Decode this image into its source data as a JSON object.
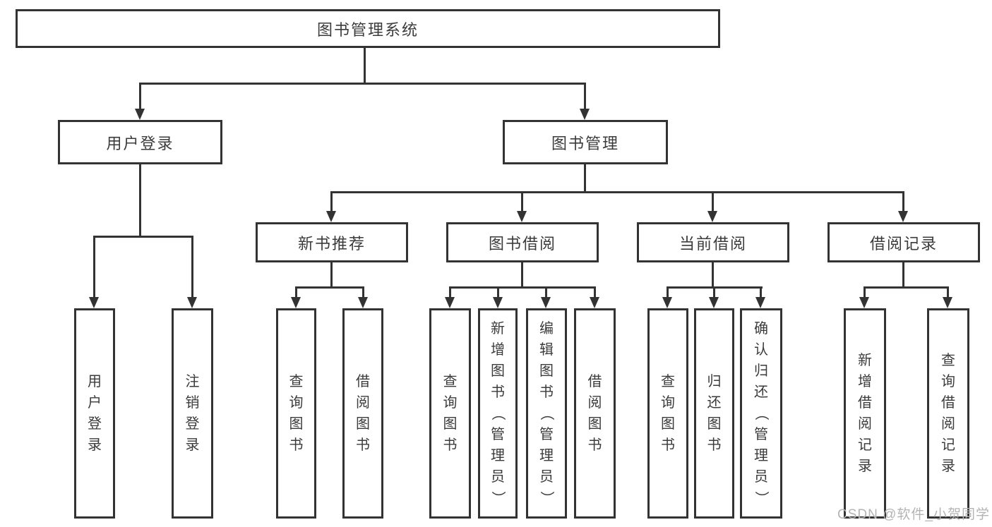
{
  "diagram": {
    "title_node": {
      "label": "图书管理系统"
    },
    "level2": [
      {
        "label": "用户登录"
      },
      {
        "label": "图书管理"
      }
    ],
    "level3": [
      {
        "label": "新书推荐"
      },
      {
        "label": "图书借阅"
      },
      {
        "label": "当前借阅"
      },
      {
        "label": "借阅记录"
      }
    ],
    "leaves": [
      {
        "label": "用户登录",
        "parent": "用户登录"
      },
      {
        "label": "注销登录",
        "parent": "用户登录"
      },
      {
        "label": "查询图书",
        "parent": "新书推荐"
      },
      {
        "label": "借阅图书",
        "parent": "新书推荐"
      },
      {
        "label": "查询图书",
        "parent": "图书借阅"
      },
      {
        "label": "新增图书（管理员）",
        "parent": "图书借阅"
      },
      {
        "label": "编辑图书（管理员）",
        "parent": "图书借阅"
      },
      {
        "label": "借阅图书",
        "parent": "图书借阅"
      },
      {
        "label": "查询图书",
        "parent": "当前借阅"
      },
      {
        "label": "归还图书",
        "parent": "当前借阅"
      },
      {
        "label": "确认归还（管理员）",
        "parent": "当前借阅"
      },
      {
        "label": "新增借阅记录",
        "parent": "借阅记录"
      },
      {
        "label": "查询借阅记录",
        "parent": "借阅记录"
      }
    ],
    "watermark": "CSDN @软件_小贺同学",
    "colors": {
      "line": "#333333",
      "text": "#3b3b3b",
      "box_background": "#ffffff",
      "page_background": "#ffffff",
      "watermark": "#b4b4b4"
    }
  }
}
